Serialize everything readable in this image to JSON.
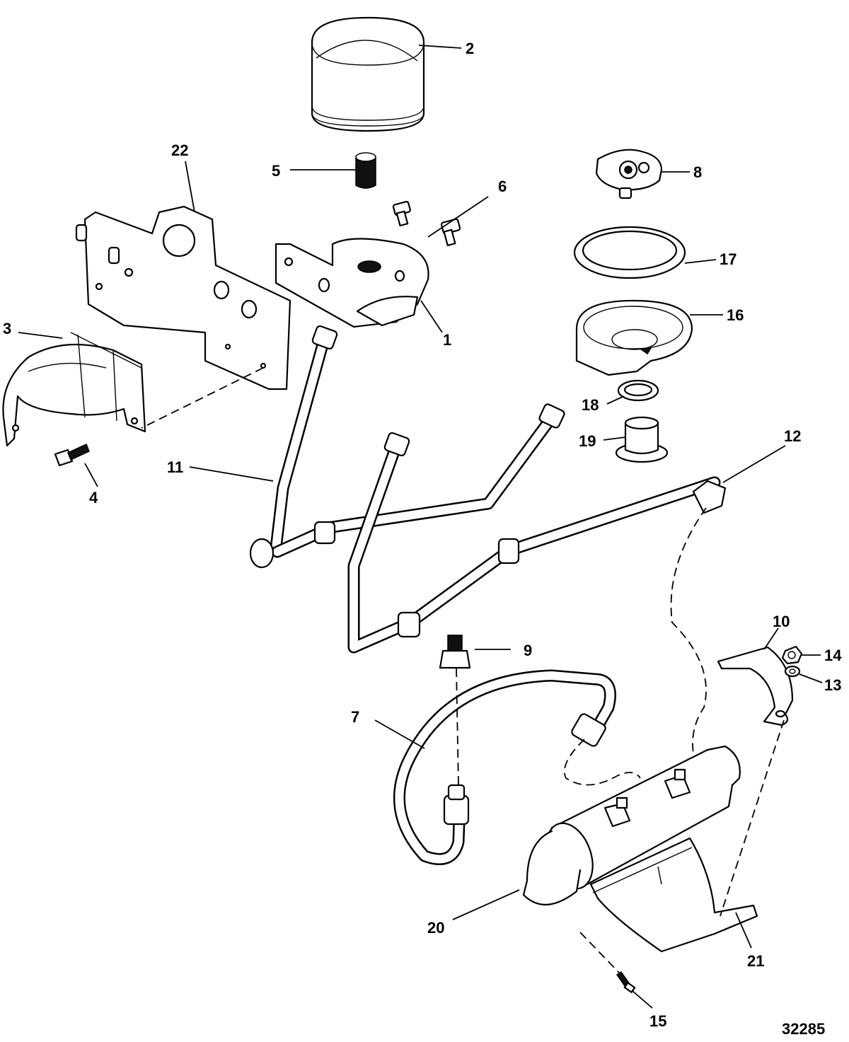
{
  "diagram": {
    "callouts": [
      {
        "id": "1",
        "text": "1"
      },
      {
        "id": "2",
        "text": "2"
      },
      {
        "id": "3",
        "text": "3"
      },
      {
        "id": "4",
        "text": "4"
      },
      {
        "id": "5",
        "text": "5"
      },
      {
        "id": "6",
        "text": "6"
      },
      {
        "id": "7",
        "text": "7"
      },
      {
        "id": "8",
        "text": "8"
      },
      {
        "id": "9",
        "text": "9"
      },
      {
        "id": "10",
        "text": "10"
      },
      {
        "id": "11",
        "text": "11"
      },
      {
        "id": "12",
        "text": "12"
      },
      {
        "id": "13",
        "text": "13"
      },
      {
        "id": "14",
        "text": "14"
      },
      {
        "id": "15",
        "text": "15"
      },
      {
        "id": "16",
        "text": "16"
      },
      {
        "id": "17",
        "text": "17"
      },
      {
        "id": "18",
        "text": "18"
      },
      {
        "id": "19",
        "text": "19"
      },
      {
        "id": "20",
        "text": "20"
      },
      {
        "id": "21",
        "text": "21"
      },
      {
        "id": "22",
        "text": "22"
      }
    ],
    "drawing_number": "32285"
  }
}
